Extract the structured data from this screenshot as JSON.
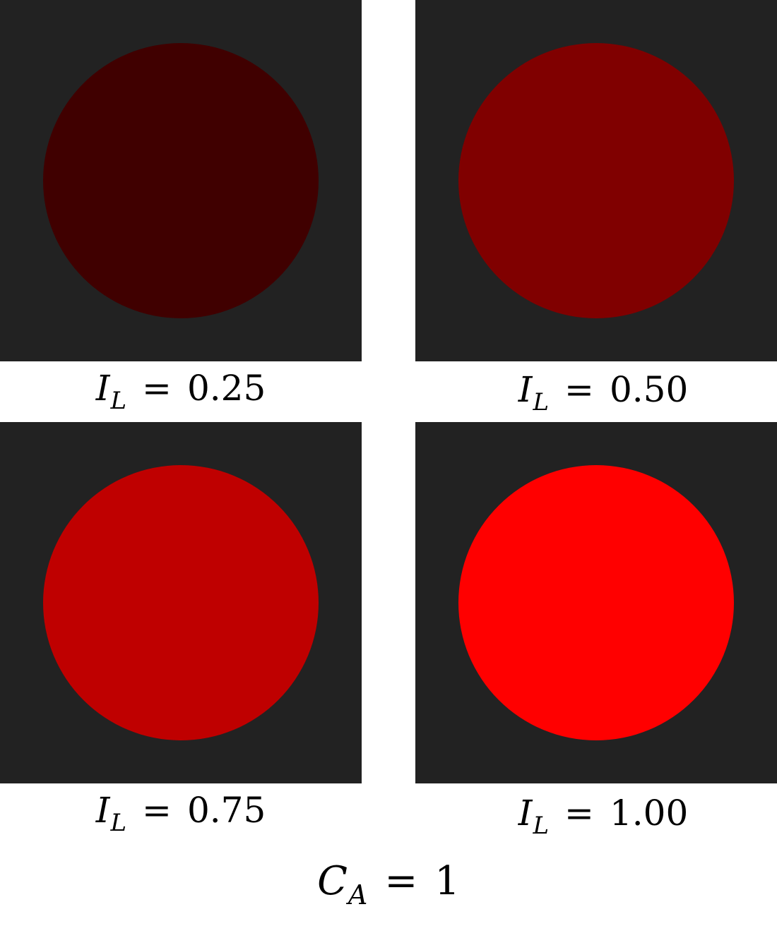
{
  "panels": [
    {
      "caption": {
        "var": "I",
        "sub": "L",
        "eq": "=",
        "value": "0.25"
      },
      "intensity": 0.25,
      "color": "#400000",
      "background": "#222222"
    },
    {
      "caption": {
        "var": "I",
        "sub": "L",
        "eq": "=",
        "value": "0.50"
      },
      "intensity": 0.5,
      "color": "#800000",
      "background": "#222222"
    },
    {
      "caption": {
        "var": "I",
        "sub": "L",
        "eq": "=",
        "value": "0.75"
      },
      "intensity": 0.75,
      "color": "#bf0000",
      "background": "#222222"
    },
    {
      "caption": {
        "var": "I",
        "sub": "L",
        "eq": "=",
        "value": "1.00"
      },
      "intensity": 1.0,
      "color": "#ff0000",
      "background": "#222222"
    }
  ],
  "footer": {
    "var": "C",
    "sub": "A",
    "eq": "=",
    "value": "1"
  }
}
